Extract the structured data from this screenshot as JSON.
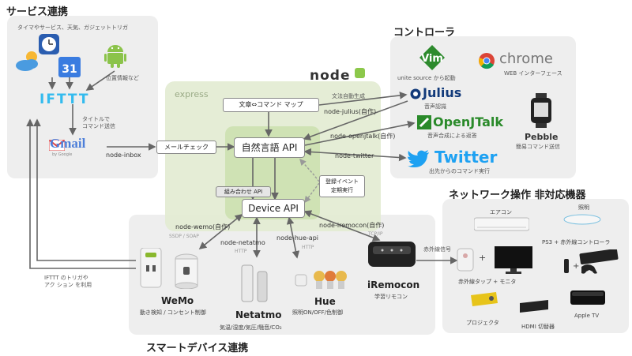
{
  "sections": {
    "service": "サービス連携",
    "controller": "コントローラ",
    "network": "ネットワーク操作 非対応機器",
    "smart": "スマートデバイス連携"
  },
  "service": {
    "caption_top": "タイマやサービス、天気、ガジェットトリガ",
    "location": "位置情報など",
    "ifttt": "IFTTT",
    "title_cmd_1": "タイトルで",
    "title_cmd_2": "コマンド送信",
    "gmail": "Gmail",
    "gmail_sub": "by Google",
    "node_inbox": "node-inbox",
    "ifttt_use_1": "IFTTT のトリガや",
    "ifttt_use_2": "アク ション を利用"
  },
  "express": {
    "label": "express",
    "nodejs": "node",
    "bunsho": "文章⇔コマンド マップ",
    "bunsho_gen": "文法自動生成",
    "mail_check": "メールチェック",
    "nl_api": "自然言語 API",
    "combo_api": "組み合わせ API",
    "device_api": "Device API",
    "event_1": "登録イベント",
    "event_2": "定期実行"
  },
  "controller": {
    "vim": "Vim",
    "unite": "unite source から起動",
    "chrome": "chrome",
    "chrome_sub": "WEB インターフェース",
    "julius": "Julius",
    "julius_sub": "音声認識",
    "node_julius": "node-julius(自作)",
    "openjtalk": "OpenJTalk",
    "openjtalk_sub": "音声合成による返答",
    "node_openjtalk": "node-openjtalk(自作)",
    "pebble": "Pebble",
    "pebble_sub": "簡易コマンド送信",
    "twitter": "Twitter",
    "twitter_sub": "出先からのコマンド実行",
    "node_twitter": "node-twitter"
  },
  "smart": {
    "node_wemo": "node-wemo(自作)",
    "ssdp": "SSDP / SOAP",
    "node_netatmo": "node-netatmo",
    "http1": "HTTP",
    "node_hue": "node-hue-api",
    "http2": "HTTP",
    "node_iremocon": "node-iremocon(自作)",
    "tcpip": "TCP/IP",
    "wemo": "WeMo",
    "wemo_sub": "動き検知 / コンセント制御",
    "netatmo": "Netatmo",
    "netatmo_sub": "気温/湿度/気圧/騒音/CO₂",
    "hue": "Hue",
    "hue_sub": "照明ON/OFF/色制御",
    "iremocon": "iRemocon",
    "iremocon_sub": "学習リモコン"
  },
  "network": {
    "ir_signal": "赤外線信号",
    "aircon": "エアコン",
    "light": "照明",
    "ps3": "PS3 + 赤外線コントローラ",
    "tap": "赤外線タップ + モニタ",
    "projector": "プロジェクタ",
    "hdmi": "HDMI 切替器",
    "appletv": "Apple TV",
    "plus": "+"
  },
  "colors": {
    "panel": "#eeeeee",
    "express_bg": "#e3ecd2",
    "api_bg": "#cfe2b4",
    "arrow": "#666666",
    "openjtalk": "#2a8a2a",
    "julius": "#123a7a",
    "twitter": "#1da1f2",
    "ifttt": "#33bbee",
    "chrome": "#888888"
  }
}
